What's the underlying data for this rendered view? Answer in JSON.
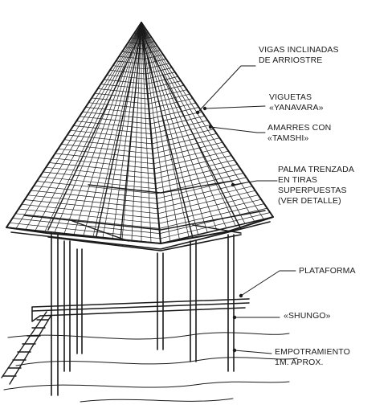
{
  "colors": {
    "ink": "#1a1a1a",
    "paper": "#ffffff"
  },
  "labels": {
    "vigas": [
      "VIGAS INCLINADAS",
      "DE ARRIOSTRE"
    ],
    "viguetas": [
      "VIGUETAS",
      "«YANAVARA»"
    ],
    "amarres": [
      "AMARRES CON",
      "«TAMSHI»"
    ],
    "palma": [
      "PALMA TRENZADA",
      "EN TIRAS",
      "SUPERPUESTAS",
      "(VER DETALLE)"
    ],
    "plataforma": [
      "PLATAFORMA"
    ],
    "shungo": [
      "«SHUNGO»"
    ],
    "empotramiento": [
      "EMPOTRAMIENTO",
      "1M. APROX."
    ]
  }
}
